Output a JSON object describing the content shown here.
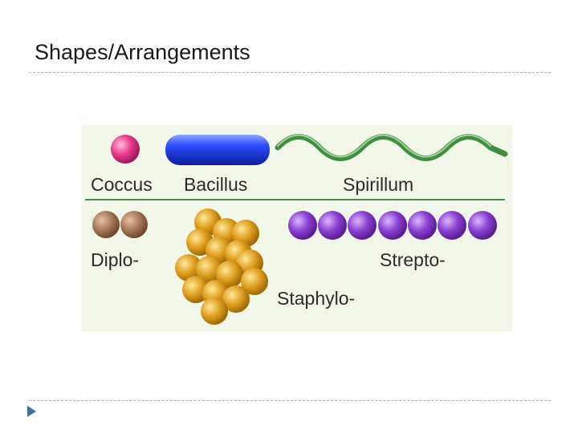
{
  "slide": {
    "title": "Shapes/Arrangements"
  },
  "figure": {
    "labels": {
      "coccus": "Coccus",
      "bacillus": "Bacillus",
      "spirillum": "Spirillum",
      "diplo": "Diplo-",
      "strepto": "Strepto-",
      "staphylo": "Staphylo-"
    },
    "colors": {
      "coccus": "#e8388a",
      "bacillus": "#1f3fe0",
      "spirillum": "#3f8f3f",
      "diplo": "#a97b5a",
      "strepto": "#8a3fd0",
      "staphylo": "#e0a020",
      "divider": "#4a8a4a",
      "background": "#f3f7e9"
    },
    "icons": [
      "coccus-cell",
      "bacillus-rod",
      "spirillum-spiral",
      "diplococcus-pair",
      "streptococcus-chain",
      "staphylococcus-cluster"
    ]
  }
}
